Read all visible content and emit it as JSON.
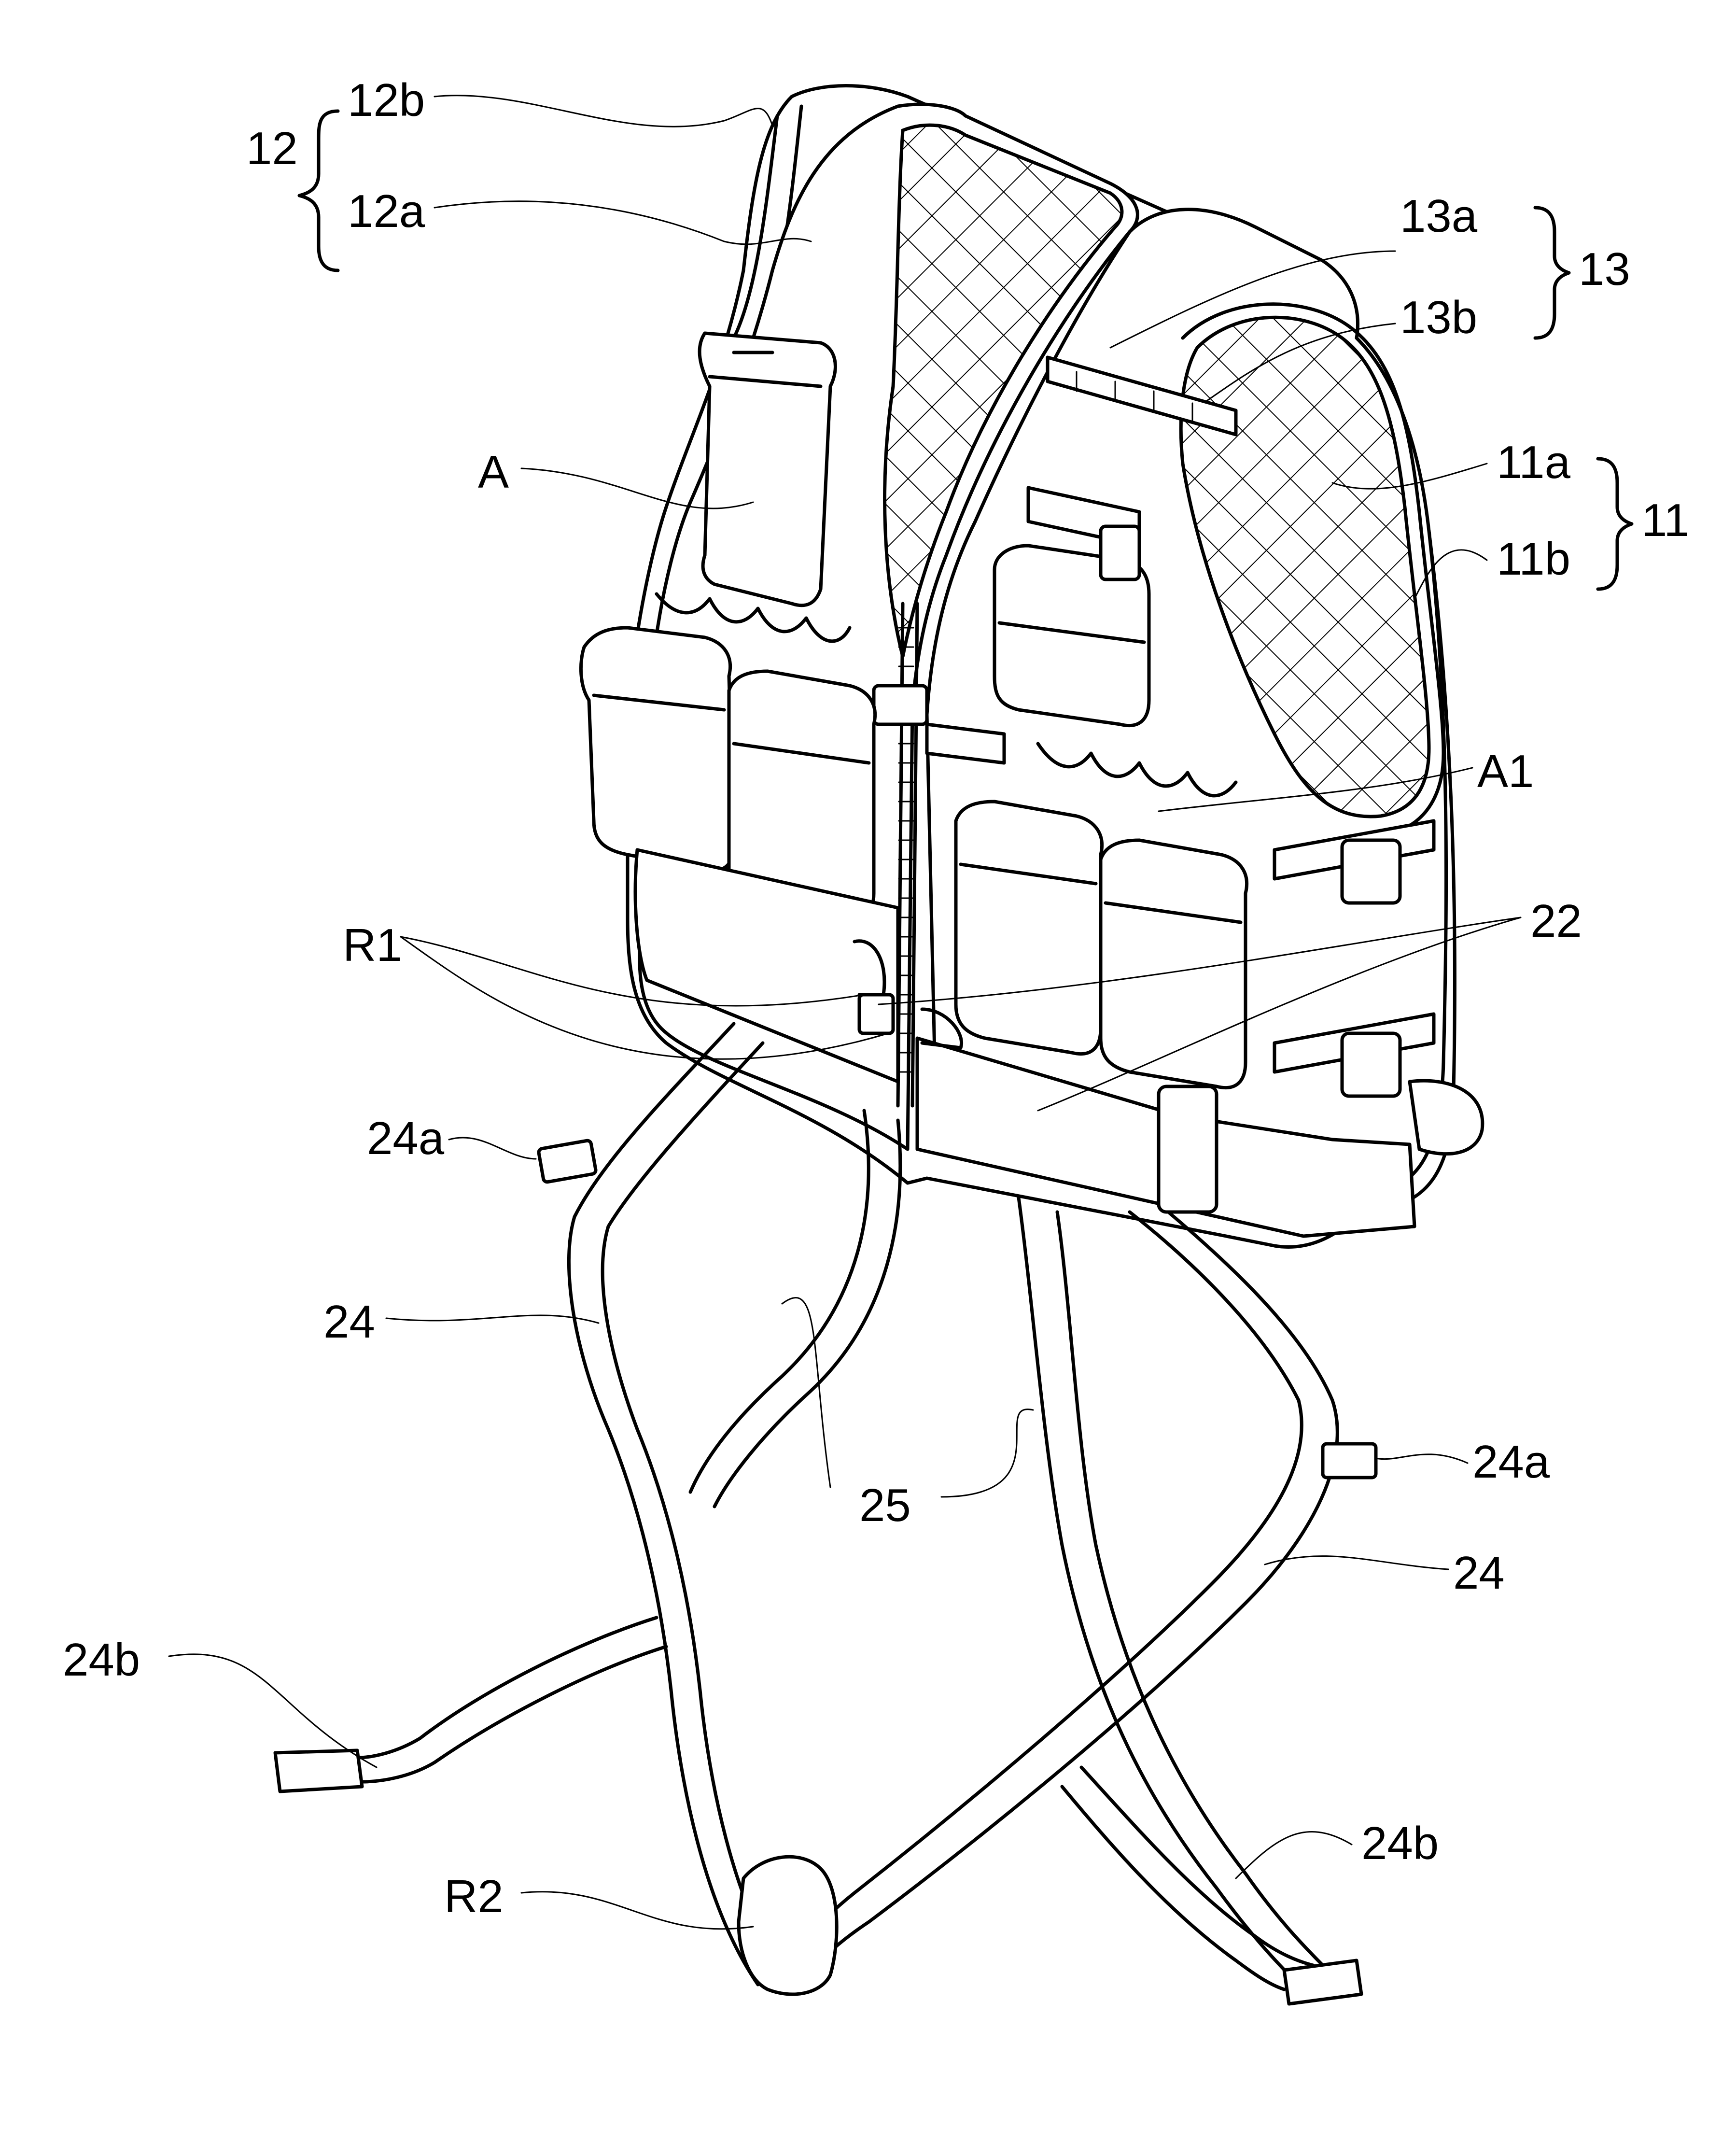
{
  "labels": {
    "l12": "12",
    "l12b": "12b",
    "l12a": "12a",
    "l13a": "13a",
    "l13": "13",
    "l13b": "13b",
    "lA": "A",
    "l11a": "11a",
    "l11": "11",
    "l11b": "11b",
    "lA1": "A1",
    "lR1": "R1",
    "l22": "22",
    "l24a_left": "24a",
    "l24_left": "24",
    "l25": "25",
    "l24a_right": "24a",
    "l24_right": "24",
    "l24b_left": "24b",
    "l24b_right": "24b",
    "lR2": "R2"
  }
}
